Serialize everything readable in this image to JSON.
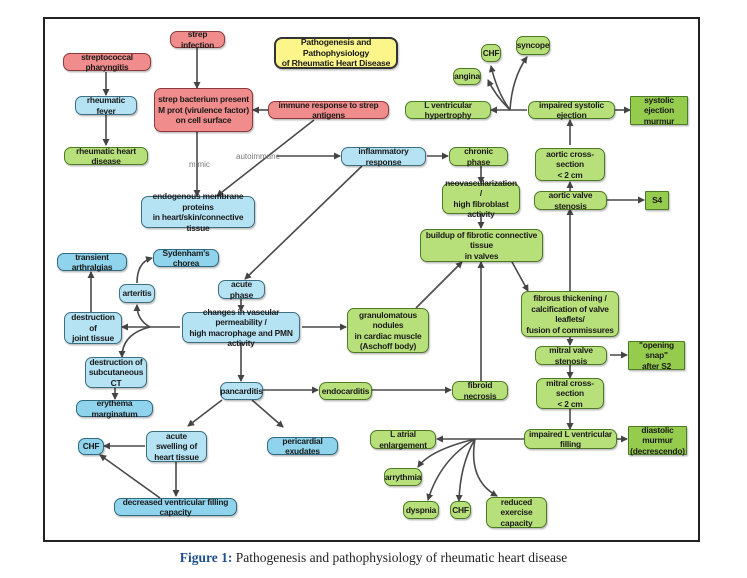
{
  "title": "Pathogenesis and Pathophysiology\nof Rheumatic Heart Disease",
  "caption": {
    "figure_label": "Figure 1:",
    "text": " Pathogenesis and pathophysiology of rheumatic heart disease"
  },
  "colors": {
    "red_node": "#f08c8c",
    "blue_node": "#b5e3f3",
    "green_node": "#b8e07a",
    "green_box": "#96cc4e",
    "title_box": "#fbf58a",
    "caption_label": "#1f4f8f"
  },
  "edge_labels": {
    "mimic": "mimic",
    "autoimmune": "autoimmune"
  },
  "nodes": {
    "strep_pharyngitis": "streptococcal pharyngitis",
    "rheumatic_fever": "rheumatic fever",
    "rheumatic_heart_disease": "rheumatic heart disease",
    "strep_infection": "strep infection",
    "strep_bacterium": "strep bacterium present\nM prot (virulence factor)\non cell surface",
    "immune_response": "immune response to strep antigens",
    "endogenous_proteins": "endogenous membrane proteins\nin heart/skin/connective tissue",
    "inflammatory_response": "inflammatory response",
    "chronic_phase": "chronic phase",
    "neovascularization": "neovascularization /\nhigh fibroblast activity",
    "fibrotic_buildup": "buildup of fibrotic connective tissue\nin valves",
    "transient_arthralgias": "transient arthralgias",
    "sydenhams_chorea": "Sydenham's chorea",
    "arteritis": "arteritis",
    "acute_phase": "acute phase",
    "destruction_joint": "destruction of\njoint tissue",
    "vascular_changes": "changes in vascular permeability /\nhigh macrophage and PMN activity",
    "granulomatous_nodules": "granulomatous nodules\nin cardiac muscle\n(Aschoff body)",
    "destruction_subcut": "destruction of\nsubcutaneous CT",
    "erythema_marginatum": "erythema marginatum",
    "pancarditis": "pancarditis",
    "endocarditis": "endocarditis",
    "fibroid_necrosis": "fibroid necrosis",
    "chf_left": "CHF",
    "acute_swelling": "acute swelling of\nheart tissue",
    "pericardial_exudates": "pericardial exudates",
    "decreased_filling": "decreased ventricular filling capacity",
    "chf_top": "CHF",
    "syncope": "syncope",
    "angina": "angina",
    "lv_hypertrophy": "L ventricular hypertrophy",
    "impaired_systolic": "impaired systolic ejection",
    "systolic_murmur": "systolic ejection\nmurmur",
    "aortic_cross_section": "aortic cross-section\n< 2 cm",
    "aortic_stenosis": "aortic valve stenosis",
    "s4": "S4",
    "fibrous_thickening": "fibrous thickening /\ncalcification of valve leaflets/\nfusion of commissures",
    "mitral_stenosis": "mitral valve stenosis",
    "opening_snap": "\"opening snap\"\nafter S2",
    "mitral_cross_section": "mitral cross-section\n< 2 cm",
    "l_atrial_enlargement": "L atrial enlargement",
    "impaired_lv_filling": "impaired L ventricular filling",
    "diastolic_murmur": "diastolic murmur\n(decrescendo)",
    "arrythmia": "arrythmia",
    "dyspnia": "dyspnia",
    "chf_bottom": "CHF",
    "reduced_exercise": "reduced exercise\ncapacity"
  }
}
